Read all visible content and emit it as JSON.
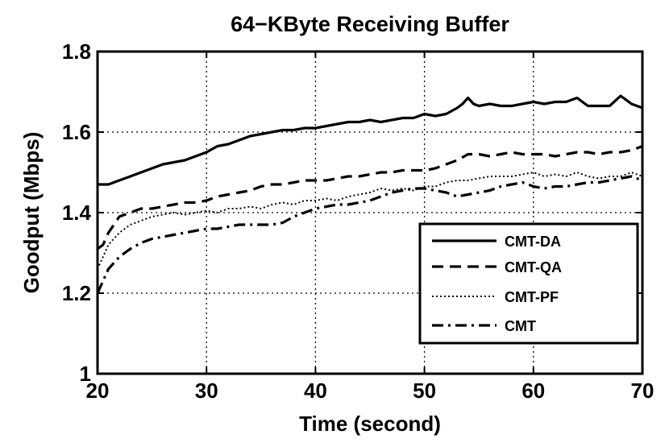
{
  "chart_data": {
    "type": "line",
    "title": "64−KByte Receiving Buffer",
    "xlabel": "Time (second)",
    "ylabel": "Goodput (Mbps)",
    "xlim": [
      20,
      70
    ],
    "ylim": [
      1,
      1.8
    ],
    "xticks": [
      20,
      30,
      40,
      50,
      60,
      70
    ],
    "yticks": [
      1,
      1.2,
      1.4,
      1.6,
      1.8
    ],
    "xtick_labels": [
      "20",
      "30",
      "40",
      "50",
      "60",
      "70"
    ],
    "ytick_labels": [
      "1",
      "1.2",
      "1.4",
      "1.6",
      "1.8"
    ],
    "grid": true,
    "legend_position": "lower-right",
    "series": [
      {
        "name": "CMT-DA",
        "style": "solid",
        "color": "#000000",
        "x": [
          20,
          21,
          22,
          23,
          24,
          25,
          26,
          27,
          28,
          29,
          30,
          31,
          32,
          33,
          34,
          35,
          36,
          37,
          38,
          39,
          40,
          41,
          42,
          43,
          44,
          45,
          46,
          47,
          48,
          49,
          50,
          51,
          52,
          53,
          53.5,
          54,
          54.5,
          55,
          56,
          57,
          58,
          59,
          60,
          61,
          62,
          63,
          64,
          65,
          66,
          67,
          68,
          69,
          70
        ],
        "y": [
          1.47,
          1.47,
          1.48,
          1.49,
          1.5,
          1.51,
          1.52,
          1.525,
          1.53,
          1.54,
          1.55,
          1.565,
          1.57,
          1.58,
          1.59,
          1.595,
          1.6,
          1.605,
          1.605,
          1.61,
          1.61,
          1.615,
          1.62,
          1.625,
          1.625,
          1.63,
          1.625,
          1.63,
          1.635,
          1.635,
          1.645,
          1.64,
          1.645,
          1.66,
          1.67,
          1.685,
          1.67,
          1.665,
          1.67,
          1.665,
          1.665,
          1.67,
          1.675,
          1.67,
          1.675,
          1.675,
          1.685,
          1.665,
          1.665,
          1.665,
          1.69,
          1.67,
          1.66
        ]
      },
      {
        "name": "CMT-QA",
        "style": "dashed",
        "color": "#000000",
        "x": [
          20,
          20.5,
          21,
          21.5,
          22,
          23,
          24,
          25,
          26,
          27,
          28,
          29,
          30,
          31,
          32,
          33,
          34,
          35,
          36,
          37,
          38,
          39,
          40,
          41,
          42,
          43,
          44,
          45,
          46,
          47,
          48,
          49,
          50,
          51,
          52,
          53,
          54,
          55,
          56,
          57,
          58,
          59,
          60,
          61,
          62,
          63,
          64,
          65,
          66,
          67,
          68,
          69,
          70
        ],
        "y": [
          1.31,
          1.32,
          1.35,
          1.37,
          1.39,
          1.4,
          1.41,
          1.41,
          1.415,
          1.42,
          1.425,
          1.425,
          1.43,
          1.44,
          1.445,
          1.45,
          1.455,
          1.465,
          1.47,
          1.47,
          1.475,
          1.48,
          1.48,
          1.48,
          1.485,
          1.49,
          1.49,
          1.495,
          1.5,
          1.5,
          1.505,
          1.505,
          1.505,
          1.51,
          1.52,
          1.53,
          1.545,
          1.545,
          1.54,
          1.545,
          1.55,
          1.545,
          1.545,
          1.545,
          1.54,
          1.545,
          1.55,
          1.55,
          1.545,
          1.55,
          1.55,
          1.555,
          1.565
        ]
      },
      {
        "name": "CMT-PF",
        "style": "dotted",
        "color": "#000000",
        "x": [
          20,
          20.5,
          21,
          22,
          23,
          24,
          25,
          26,
          27,
          28,
          29,
          30,
          31,
          32,
          33,
          34,
          35,
          36,
          37,
          38,
          39,
          40,
          41,
          42,
          43,
          44,
          45,
          46,
          47,
          48,
          49,
          50,
          51,
          52,
          53,
          54,
          55,
          56,
          57,
          58,
          59,
          60,
          61,
          62,
          63,
          64,
          65,
          66,
          67,
          68,
          69,
          70
        ],
        "y": [
          1.26,
          1.29,
          1.32,
          1.35,
          1.37,
          1.38,
          1.39,
          1.395,
          1.4,
          1.395,
          1.4,
          1.405,
          1.4,
          1.41,
          1.41,
          1.415,
          1.41,
          1.42,
          1.425,
          1.42,
          1.43,
          1.43,
          1.435,
          1.43,
          1.44,
          1.445,
          1.45,
          1.46,
          1.455,
          1.46,
          1.455,
          1.465,
          1.465,
          1.475,
          1.48,
          1.48,
          1.485,
          1.49,
          1.49,
          1.49,
          1.495,
          1.5,
          1.49,
          1.495,
          1.49,
          1.5,
          1.49,
          1.485,
          1.49,
          1.49,
          1.5,
          1.49
        ]
      },
      {
        "name": "CMT",
        "style": "dashdot",
        "color": "#000000",
        "x": [
          20,
          20.5,
          21,
          22,
          23,
          24,
          25,
          26,
          27,
          28,
          29,
          30,
          31,
          32,
          33,
          34,
          35,
          36,
          37,
          38,
          39,
          40,
          41,
          42,
          43,
          44,
          45,
          46,
          47,
          48,
          49,
          50,
          51,
          52,
          53,
          54,
          55,
          56,
          57,
          58,
          59,
          60,
          61,
          62,
          63,
          64,
          65,
          66,
          67,
          68,
          69,
          70
        ],
        "y": [
          1.2,
          1.23,
          1.26,
          1.29,
          1.31,
          1.325,
          1.335,
          1.34,
          1.345,
          1.35,
          1.355,
          1.36,
          1.36,
          1.365,
          1.37,
          1.37,
          1.37,
          1.37,
          1.375,
          1.39,
          1.4,
          1.41,
          1.415,
          1.42,
          1.42,
          1.425,
          1.43,
          1.44,
          1.45,
          1.455,
          1.46,
          1.46,
          1.455,
          1.45,
          1.44,
          1.445,
          1.45,
          1.455,
          1.465,
          1.47,
          1.475,
          1.465,
          1.46,
          1.465,
          1.465,
          1.47,
          1.475,
          1.475,
          1.48,
          1.485,
          1.49,
          1.48
        ]
      }
    ]
  }
}
